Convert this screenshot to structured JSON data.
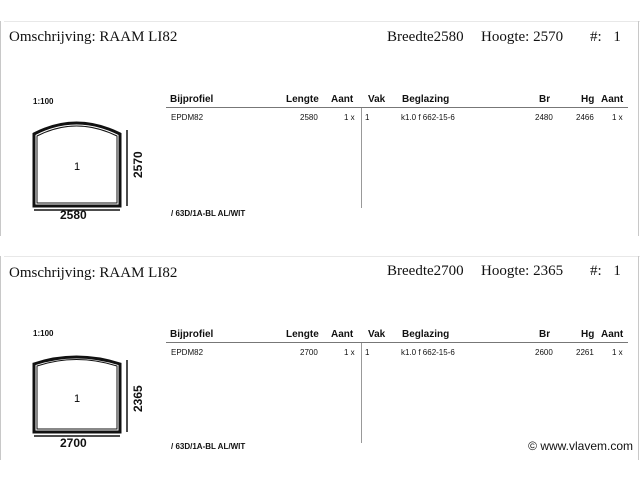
{
  "sheets": [
    {
      "desc_label": "Omschrijving:",
      "desc_value": "RAAM LI82",
      "breedte_label": "Breedte",
      "breedte_value": "2580",
      "hoogte_label": "Hoogte:",
      "hoogte_value": "2570",
      "nr_label": "#:",
      "nr_value": "1",
      "scale": "1:100",
      "width": "2580",
      "height": "2570",
      "pane_number": "1",
      "headers": {
        "bijprofiel": "Bijprofiel",
        "lengte": "Lengte",
        "aant1": "Aant",
        "vak": "Vak",
        "beglazing": "Beglazing",
        "br": "Br",
        "hg": "Hg",
        "aant2": "Aant"
      },
      "row": {
        "bijprofiel": "EPDM82",
        "lengte": "2580",
        "aant1": "1 x",
        "vak": "1",
        "beglazing": "k1.0 f 662-15-6",
        "br": "2480",
        "hg": "2466",
        "aant2": "1 x"
      },
      "code": "/ 63D/1A-BL AL/WIT"
    },
    {
      "desc_label": "Omschrijving:",
      "desc_value": "RAAM LI82",
      "breedte_label": "Breedte",
      "breedte_value": "2700",
      "hoogte_label": "Hoogte:",
      "hoogte_value": "2365",
      "nr_label": "#:",
      "nr_value": "1",
      "scale": "1:100",
      "width": "2700",
      "height": "2365",
      "pane_number": "1",
      "headers": {
        "bijprofiel": "Bijprofiel",
        "lengte": "Lengte",
        "aant1": "Aant",
        "vak": "Vak",
        "beglazing": "Beglazing",
        "br": "Br",
        "hg": "Hg",
        "aant2": "Aant"
      },
      "row": {
        "bijprofiel": "EPDM82",
        "lengte": "2700",
        "aant1": "1 x",
        "vak": "1",
        "beglazing": "k1.0 f 662-15-6",
        "br": "2600",
        "hg": "2261",
        "aant2": "1 x"
      },
      "code": "/ 63D/1A-BL AL/WIT"
    }
  ],
  "watermark": "© www.vlavem.com",
  "colors": {
    "ink": "#111111",
    "divider": "#777777"
  }
}
